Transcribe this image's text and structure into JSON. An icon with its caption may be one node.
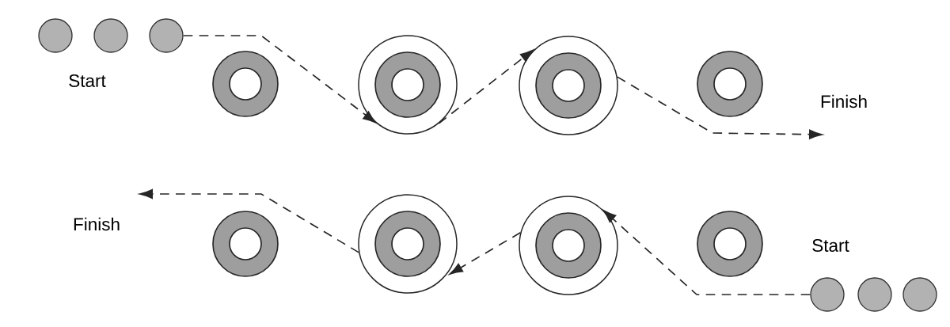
{
  "diagram": {
    "nodes": [
      {
        "text": [],
        "shape": "dot"
      },
      {
        "text": [],
        "shape": "dot"
      },
      {
        "text": [],
        "shape": "dot"
      },
      {
        "text": [],
        "shape": "ring"
      },
      {
        "text": [],
        "shape": "circle"
      },
      {
        "text": [],
        "shape": "ring",
        "in": 4
      },
      {
        "text": [],
        "shape": "circle"
      },
      {
        "text": [],
        "shape": "ring",
        "in": 6
      },
      {
        "text": [],
        "shape": "ring"
      },
      {
        "text": [],
        "shape": "ring"
      },
      {
        "text": [],
        "shape": "circle"
      },
      {
        "text": [],
        "shape": "ring",
        "in": 10
      },
      {
        "text": [],
        "shape": "circle"
      },
      {
        "text": [],
        "shape": "ring",
        "in": 12
      },
      {
        "text": [],
        "shape": "ring"
      },
      {
        "text": [],
        "shape": "dot"
      },
      {
        "text": [],
        "shape": "dot"
      },
      {
        "text": [],
        "shape": "dot"
      }
    ],
    "edges": [
      {
        "from": 2,
        "to": 4,
        "arrow": "to",
        "style": "dashed"
      },
      {
        "from": 4,
        "to": 6,
        "arrow": "to",
        "style": "dashed"
      },
      {
        "from": 6,
        "to": null,
        "arrow": "to",
        "style": "dashed"
      },
      {
        "from": 15,
        "to": 12,
        "arrow": "to",
        "style": "dashed"
      },
      {
        "from": 12,
        "to": 10,
        "arrow": "to",
        "style": "dashed"
      },
      {
        "from": 10,
        "to": null,
        "arrow": "to",
        "style": "dashed"
      }
    ],
    "labels": [
      "Start",
      "Finish",
      "Finish",
      "Start"
    ]
  }
}
